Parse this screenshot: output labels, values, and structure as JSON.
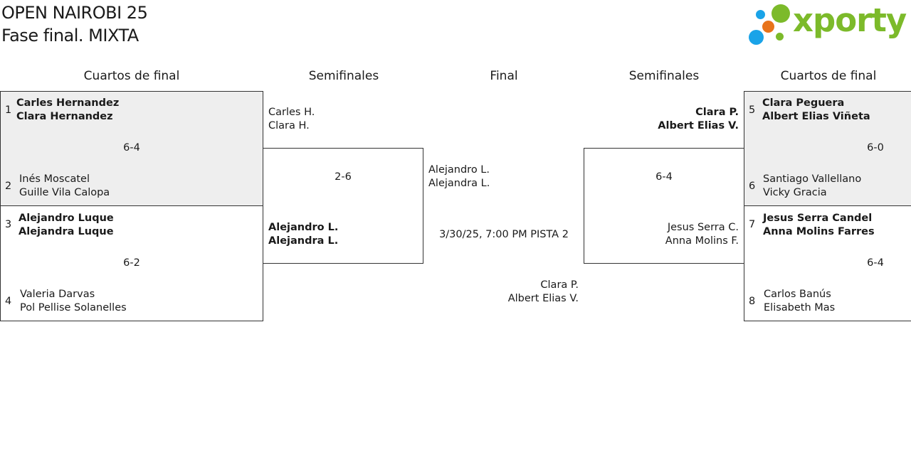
{
  "header": {
    "title_line1": "OPEN NAIROBI 25",
    "title_line2": "Fase final. MIXTA",
    "logo_text": "xporty",
    "logo_colors": [
      "#1aa3e8",
      "#7cba2a",
      "#e8731a"
    ]
  },
  "columns": {
    "qf_left": "Cuartos de final",
    "sf_left": "Semifinales",
    "final": "Final",
    "sf_right": "Semifinales",
    "qf_right": "Cuartos de final"
  },
  "quarterfinals": [
    {
      "seed_a": "1",
      "a1": "Carles Hernandez",
      "a2": "Clara Hernandez",
      "score": "6-4",
      "seed_b": "2",
      "b1": "Inés Moscatel",
      "b2": "Guille Vila Calopa"
    },
    {
      "seed_a": "3",
      "a1": "Alejandro Luque",
      "a2": "Alejandra Luque",
      "score": "6-2",
      "seed_b": "4",
      "b1": "Valeria Darvas",
      "b2": "Pol Pellise Solanelles"
    },
    {
      "seed_a": "5",
      "a1": "Clara Peguera",
      "a2": "Albert Elias Viñeta",
      "score": "6-0",
      "seed_b": "6",
      "b1": "Santiago Vallellano",
      "b2": "Vicky Gracia"
    },
    {
      "seed_a": "7",
      "a1": "Jesus Serra Candel",
      "a2": "Anna Molins Farres",
      "score": "6-4",
      "seed_b": "8",
      "b1": "Carlos Banús",
      "b2": "Elisabeth Mas"
    }
  ],
  "semifinals": [
    {
      "a1": "Carles H.",
      "a2": "Clara H.",
      "score": "2-6",
      "b1": "Alejandro L.",
      "b2": "Alejandra L."
    },
    {
      "a1": "Clara P.",
      "a2": "Albert Elias V.",
      "score": "6-4",
      "b1": "Jesus Serra C.",
      "b2": "Anna Molins F."
    }
  ],
  "final": {
    "a1": "Alejandro L.",
    "a2": "Alejandra L.",
    "schedule": "3/30/25, 7:00 PM PISTA 2",
    "b1": "Clara P.",
    "b2": "Albert Elias V."
  }
}
